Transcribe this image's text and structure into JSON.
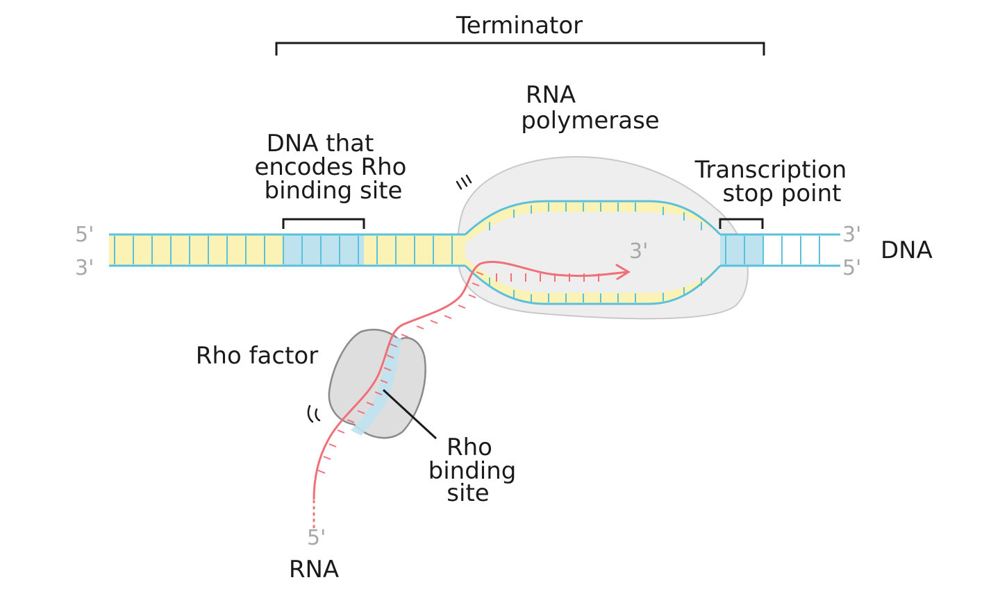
{
  "labels": {
    "terminator": "Terminator",
    "rna_polymerase_1": "RNA",
    "rna_polymerase_2": "polymerase",
    "rho_site_dna_1": "DNA that",
    "rho_site_dna_2": "encodes Rho",
    "rho_site_dna_3": "binding site",
    "stop_point_1": "Transcription",
    "stop_point_2": "stop point",
    "dna": "DNA",
    "rho_factor": "Rho factor",
    "rho_binding_1": "Rho",
    "rho_binding_2": "binding",
    "rho_binding_3": "site",
    "rna": "RNA"
  },
  "ends": {
    "dna_top_left": "5'",
    "dna_bottom_left": "3'",
    "dna_top_right": "3'",
    "dna_bottom_right": "5'",
    "rna_growing_end": "3'",
    "rna_start": "5'"
  },
  "colors": {
    "dna_strand": "#5bc0da",
    "base_pair_fill": "#fbf3b5",
    "rho_site_fill": "#bfe2ef",
    "rna_strand": "#ef7078",
    "protein_fill": "#eeeeee",
    "protein_outline": "#c8c8c8",
    "rho_fill": "#dedede",
    "rho_outline": "#8a8a8a",
    "ink": "#1a1a1a",
    "end_label": "#a8a8a8"
  }
}
